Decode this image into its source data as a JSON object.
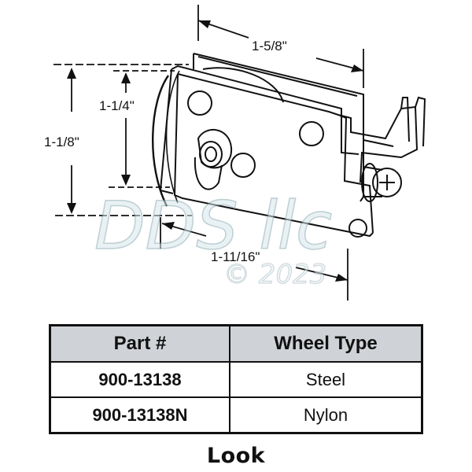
{
  "dimensions": {
    "width": "1-5/8\"",
    "height_outer": "1-1/8\"",
    "height_inner": "1-1/4\"",
    "depth": "1-11/16\""
  },
  "watermark": {
    "line1": "DDS llc",
    "line2": "© 2023"
  },
  "table": {
    "headers": [
      "Part #",
      "Wheel Type"
    ],
    "rows": [
      {
        "part": "900-13138",
        "wheel": "Steel"
      },
      {
        "part": "900-13138N",
        "wheel": "Nylon"
      }
    ],
    "header_bg": "#cfd2d6"
  },
  "brand": "Look"
}
